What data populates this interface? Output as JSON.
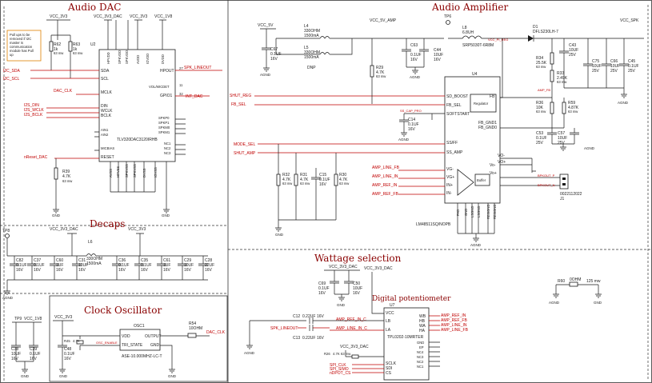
{
  "sections": {
    "audio_dac": "Audio DAC",
    "audio_amplifier": "Audio Amplifier",
    "decaps": "Decaps",
    "clock_oscillator": "Clock Oscillator",
    "wattage_selection": "Wattage selection",
    "digital_potentiometer": "Digital potentiometer"
  },
  "rails": {
    "vcc_3v3": "VCC_3V3",
    "vcc_3v3_dac": "VCC_3V3_DAC",
    "vcc_1v8": "VCC_1V8",
    "vcc_5v": "VCC_5V",
    "vcc_5v_amp": "VCC_5V_AMP",
    "vcc_spk": "VCC_SPK",
    "gnd": "GND",
    "agnd": "AGND"
  },
  "note": [
    "Pull ups to be",
    "removed if I2C",
    "master is",
    "communication",
    "module has Pull",
    "up"
  ],
  "dac": {
    "ref": "U2",
    "part": "TLV320DAC3120IRHB",
    "pins_top": [
      "DVDD",
      "HPVDD",
      "SPKVDD",
      "SPKVDD",
      "AVDD",
      "IOVDD"
    ],
    "pins_left": [
      "SDA",
      "SCL",
      "MCLK",
      "DIN",
      "WCLK",
      "BCLK",
      "AIN1",
      "AIN2",
      "MICBIAS",
      "RESET"
    ],
    "pins_right": [
      "HPOUT",
      "VOL/MICDET",
      "GPIO1",
      "SPKP0",
      "SPKP1",
      "SPKM0",
      "SPKM1",
      "NC1",
      "NC2",
      "NC3"
    ],
    "pin_nums_right": [
      "27",
      "11",
      "32",
      "22",
      "23",
      "24",
      "25",
      "1",
      "3",
      "4"
    ],
    "pins_bottom": [
      "AVSS",
      "HPVSS",
      "SPKVSS",
      "SPKVSS",
      "DVSS",
      "IOVSS"
    ],
    "nets_left": [
      "I2C_SDA",
      "I2C_SCL",
      "DAC_CLK",
      "I2S_DIN",
      "I2S_WCLK",
      "I2S_BCLK",
      "nReset_DAC"
    ],
    "nets_right": [
      "SPK_LINEOUT",
      "INT_DAC"
    ],
    "r62": [
      "R62",
      "1k",
      "63 mw"
    ],
    "r63": [
      "R63",
      "1k",
      "63 mw"
    ],
    "r39": [
      "R39",
      "4.7K",
      "63 mw"
    ]
  },
  "amp": {
    "ref": "U4",
    "part": "LM48511SQ/NOPB",
    "regulator": "Regulator",
    "l4": [
      "L4",
      "330OHM",
      "1500mA"
    ],
    "l5": [
      "L5",
      "330OHM",
      "1500mA"
    ],
    "dnp": "DNP",
    "l8": [
      "L8",
      "6.8UH",
      "SRP5030T-6R8M"
    ],
    "d1": [
      "D1",
      "DFLS230LH-7"
    ],
    "pins_left": [
      "SD_BOOST",
      "FB_SEL",
      "SOFTSTART",
      "SS/FF",
      "SS_AMP",
      "VG-",
      "VG+",
      "IN+",
      "IN-"
    ],
    "pins_right": [
      "FB",
      "FB_GND1",
      "FB_GND0",
      "VO-",
      "VO+",
      "Vo-",
      "Vo+"
    ],
    "pins_bottom": [
      "PAD",
      "GND",
      "LSGND",
      "LSGND",
      "REGGND",
      "REGGND"
    ],
    "nets_left": [
      "SHUT_REG",
      "FB_SEL",
      "MODE_SEL",
      "SHUT_AMP",
      "AMP_LINE_FB",
      "AMP_LINE_IN",
      "AMP_REF_IN",
      "AMP_REF_FB"
    ],
    "nets_misc": [
      "SS_CAP_PRO",
      "AMP_FB",
      "BPKOUT_P",
      "BPKOUT_N",
      "VCC_PI_REG"
    ],
    "connector": [
      "0022112022",
      "J1"
    ],
    "caps": [
      [
        "C67",
        "0.1UF",
        "16V"
      ],
      [
        "C63",
        "0.1UF",
        "16V"
      ],
      [
        "C44",
        "10UF",
        "16V"
      ],
      [
        "C14",
        "0.1UF",
        "16V"
      ],
      [
        "C43",
        "10UF",
        "25V"
      ],
      [
        "C75",
        "10UF",
        "25V"
      ],
      [
        "C66",
        "10UF",
        "25V"
      ],
      [
        "C45",
        "0.1UF",
        "25V"
      ],
      [
        "C53",
        "0.1UF",
        "25V"
      ],
      [
        "C57",
        "10UF",
        "25V"
      ],
      [
        "C15",
        "0.1UF",
        "16V"
      ]
    ],
    "resistors": [
      [
        "R29",
        "4.7K",
        "63 mw"
      ],
      [
        "R34",
        "25.5K",
        "63 mw"
      ],
      [
        "R33",
        "2.49K",
        "63 mw"
      ],
      [
        "R36",
        "10K",
        "63 mw"
      ],
      [
        "R59",
        "4.87K",
        "63 mw"
      ],
      [
        "R32",
        "4.7K",
        "63 mw"
      ],
      [
        "R31",
        "4.7K",
        "63 mw"
      ],
      [
        "R30",
        "4.7K",
        "63 mw"
      ]
    ]
  },
  "decaps": {
    "tp": "TP8",
    "l6": [
      "L6",
      "330OHM",
      "1500mA"
    ],
    "caps": [
      [
        "C82",
        "0.1UF",
        "16V"
      ],
      [
        "C37",
        "0.1UF",
        "16V"
      ],
      [
        "C60",
        "1UF",
        "16V"
      ],
      [
        "C31",
        "10UF",
        "16V"
      ],
      [
        "C36",
        "0.1UF",
        "16V"
      ],
      [
        "C35",
        "0.1UF",
        "16V"
      ],
      [
        "C61",
        "1UF",
        "16V"
      ],
      [
        "C29",
        "10UF",
        "16V"
      ],
      [
        "C28",
        "22UF",
        "16V"
      ]
    ]
  },
  "osc": {
    "ref": "OSC1",
    "part": "ASE-10.000MHZ-LC-T",
    "pins_left": [
      "VDD",
      "TRI_STATE"
    ],
    "pins_right": [
      "OUTPUT",
      "GND"
    ],
    "r_series": [
      "R54",
      "10OHM"
    ],
    "r_tri": [
      "R45",
      "4.7K"
    ],
    "osc_enable": "OSC_ENABLE",
    "out_net": "DAC_CLK",
    "c48": [
      "C48",
      "0.1UF",
      "16V"
    ],
    "c38": [
      "C38",
      "10UF",
      "16V"
    ],
    "c39": [
      "C39",
      "0.1UF",
      "16V"
    ],
    "tp": "TP9"
  },
  "wattage": {
    "r60": [
      "R60",
      "0OHM",
      "125 mw"
    ],
    "c69": [
      "C69",
      "0.1UF",
      "16V"
    ],
    "c50": [
      "C50",
      "10UF",
      "16V"
    ]
  },
  "pot": {
    "ref": "U7",
    "part": "TPL0202-10MRTER",
    "pins_left": [
      "VCC",
      "LB",
      "LA",
      "SCLK",
      "SDI",
      "CS"
    ],
    "pins_right": [
      "WB",
      "HB",
      "WA",
      "HA",
      "GND",
      "EP",
      "NC4",
      "NC3",
      "NC2",
      "NC1"
    ],
    "nets_right": [
      "AMP_REF_IN",
      "AMP_REF_FB",
      "AMP_LINE_IN",
      "AMP_LINE_FB"
    ],
    "nets_left": [
      "AMP_REF_IN_C",
      "AMP_LINE_IN_C",
      "SPK_LINEOUT",
      "SPI_CLK",
      "SPI_SIMO",
      "nDPOT_CS"
    ],
    "c12": [
      "C12",
      "0.22UF",
      "16V"
    ],
    "c13": [
      "C13",
      "0.22UF",
      "16V"
    ],
    "r26": [
      "R26",
      "4.7K",
      "63 mw"
    ]
  },
  "colors": {
    "net": "#c00000",
    "title": "#8a0000",
    "wire": "#1a1a1a",
    "note": "#e08000"
  }
}
